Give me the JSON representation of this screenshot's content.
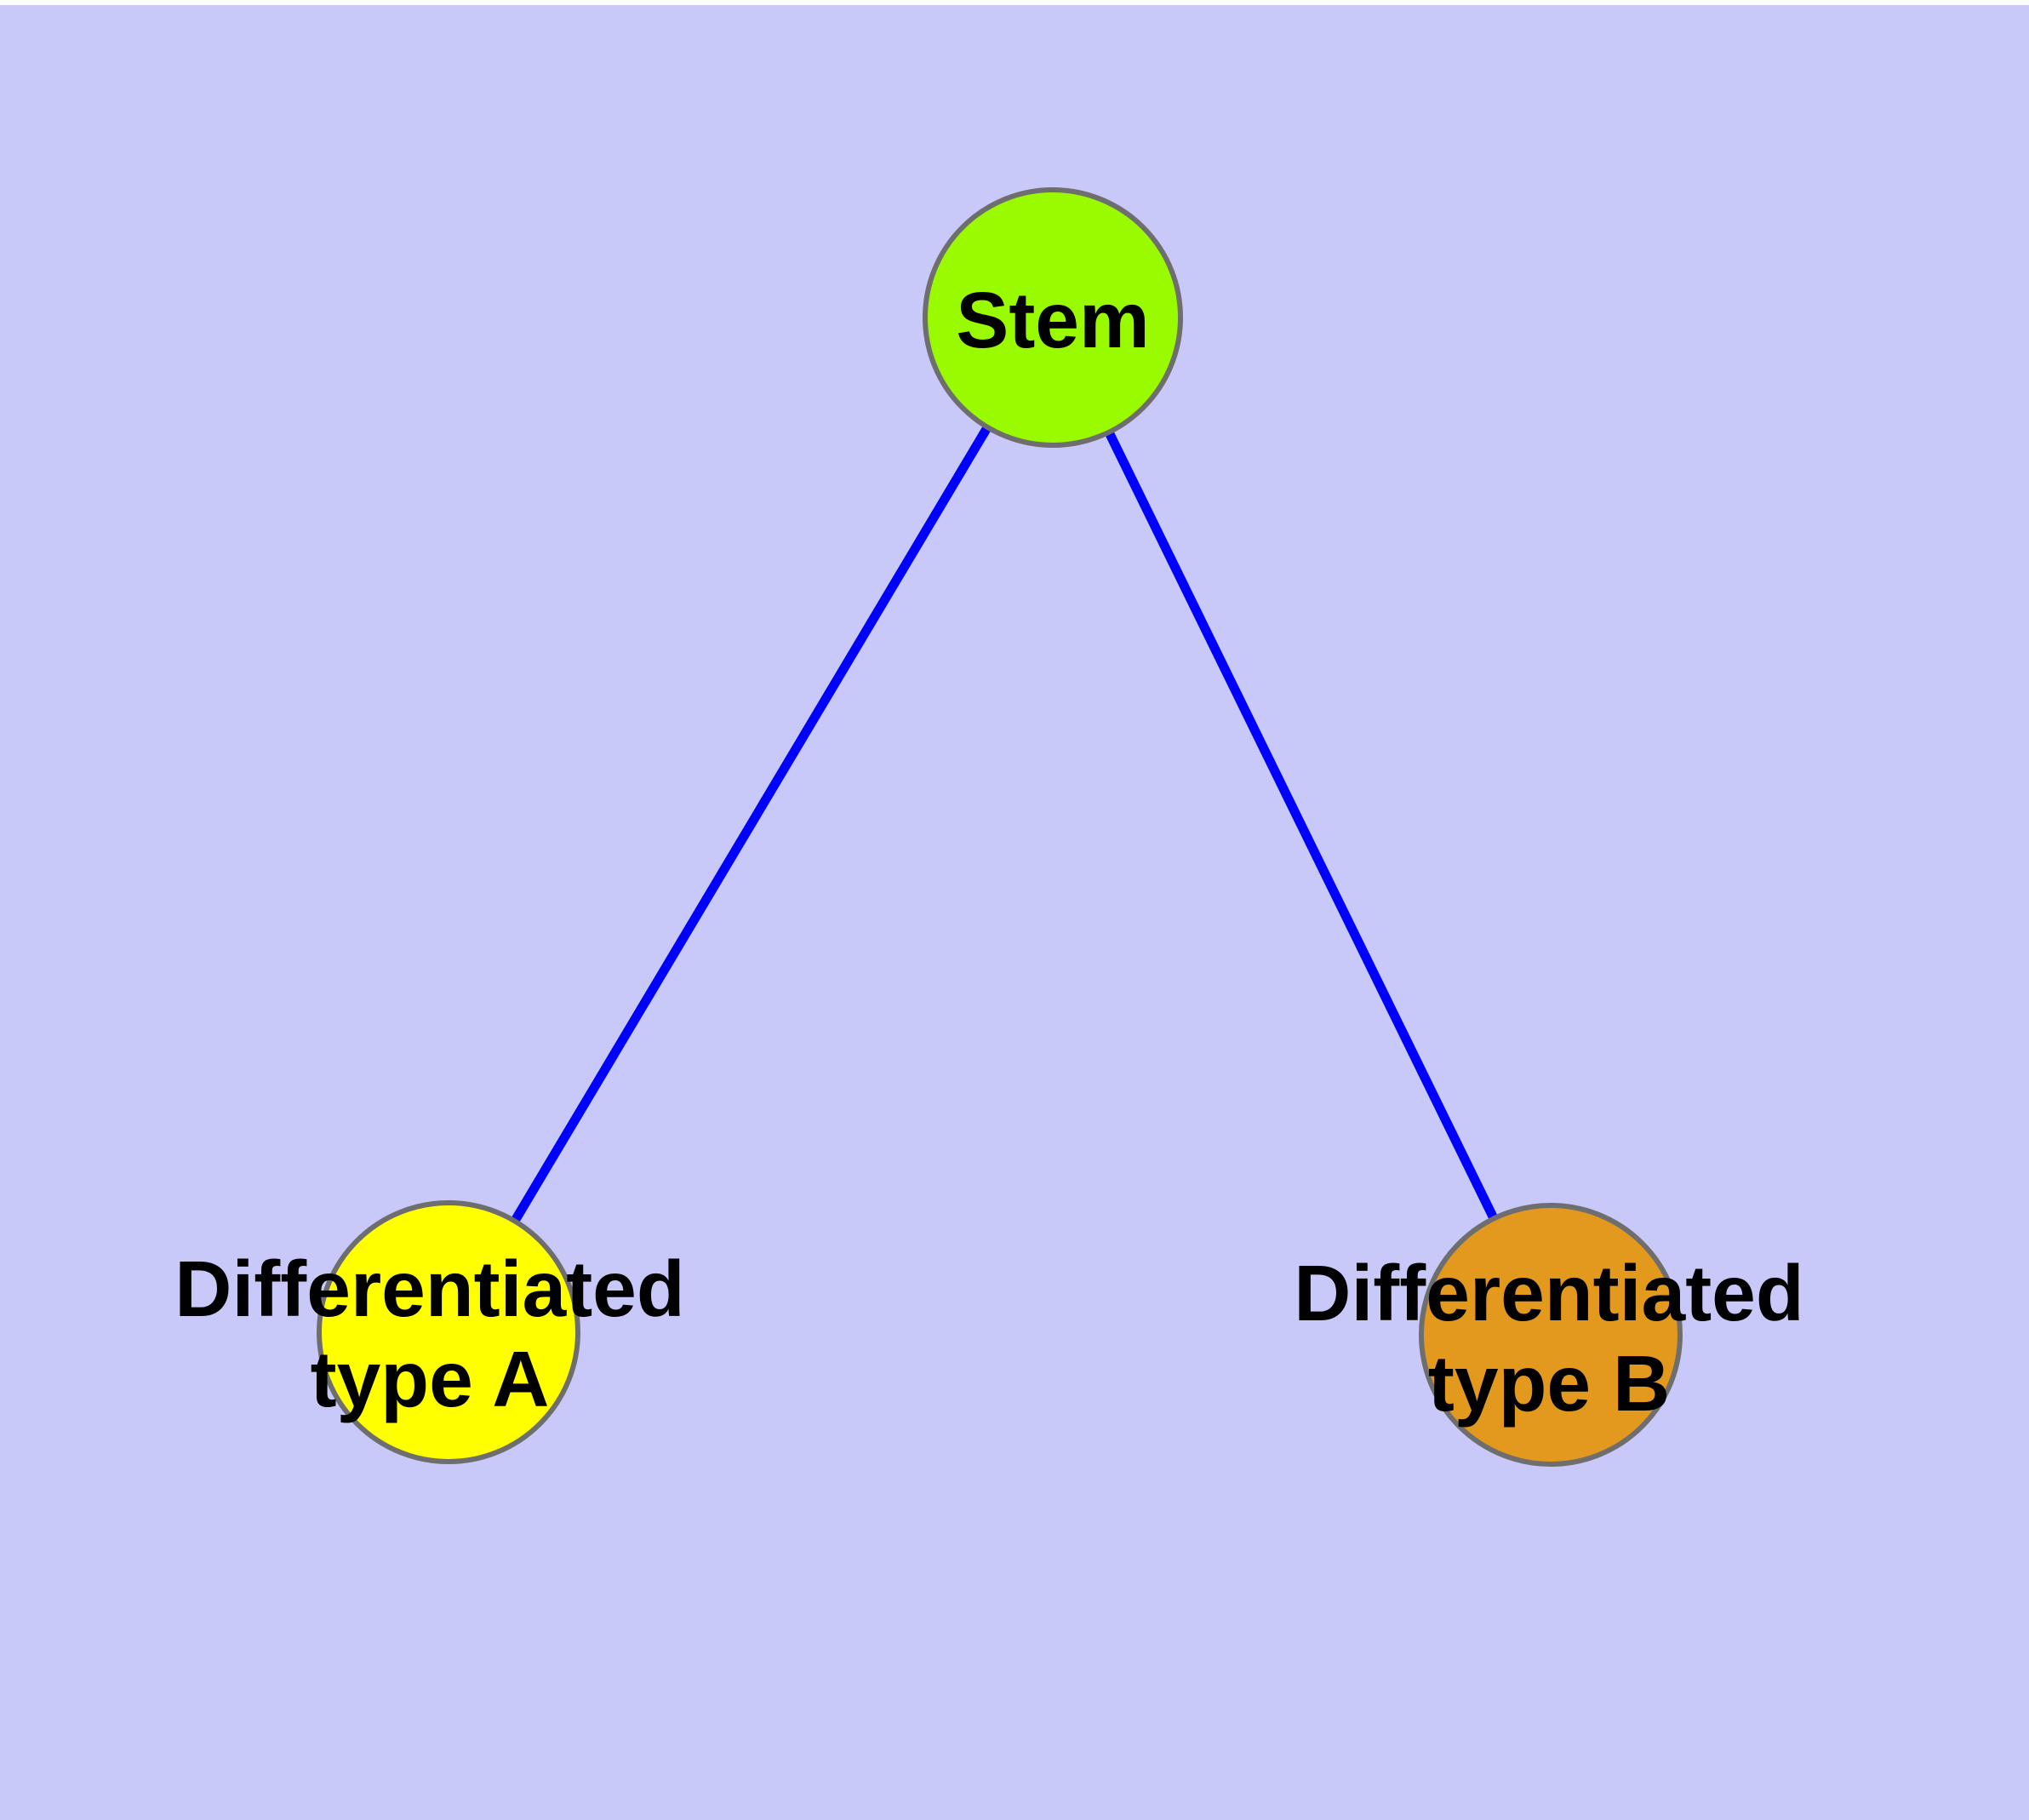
{
  "diagram": {
    "title": "",
    "canvas_color": "#C9C9F9",
    "page_margin_color": "#FFFFFF",
    "edge_color": "#0000FF",
    "node_border_color": "#6E6E6E",
    "text_color": "#000000",
    "nodes": [
      {
        "id": "stem",
        "label": "Stem",
        "fill_color": "#9AFA00"
      },
      {
        "id": "differentiated-type-a",
        "label_line1": "Differentiated",
        "label_line2": "type A",
        "fill_color": "#FFFF00"
      },
      {
        "id": "differentiated-type-b",
        "label_line1": "Differentiated",
        "label_line2": "type B",
        "fill_color": "#E2991E"
      }
    ],
    "edges": [
      {
        "from": "Stem",
        "to": "Differentiated type A"
      },
      {
        "from": "Stem",
        "to": "Differentiated type B"
      }
    ]
  }
}
